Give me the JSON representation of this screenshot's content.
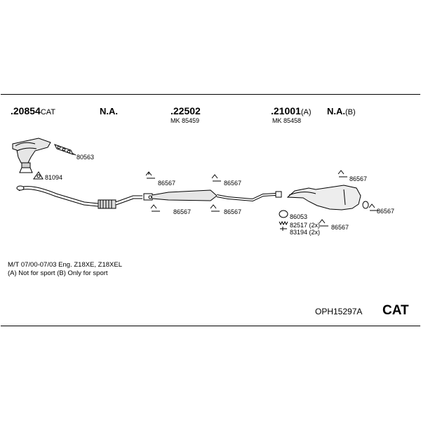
{
  "parts": {
    "p1_number": ".20854",
    "p1_suffix": "CAT",
    "na1": "N.A.",
    "p2_number": ".22502",
    "p2_mk": "MK  85459",
    "p3_number": ".21001",
    "p3_suffix": "(A)",
    "p3_mk": "MK  85458",
    "na2": "N.A.",
    "na2_suffix": "(B)"
  },
  "small_labels": {
    "l80563": "80563",
    "l81094": "81094",
    "l86567_a": "86567",
    "l86567_b": "86567",
    "l86567_c": "86567",
    "l86567_d": "86567",
    "l86567_e": "86567",
    "l86567_f": "86567",
    "l86567_g": "86567",
    "l86053": "86053",
    "l82517": "82517 (2x)",
    "l83194": "83194 (2x)"
  },
  "notes": {
    "line1": "M/T   07/00-07/03    Eng. Z18XE, Z18XEL",
    "line2": "(A) Not for sport (B) Only for sport"
  },
  "footer": {
    "code": "OPH15297A",
    "type": "CAT"
  }
}
